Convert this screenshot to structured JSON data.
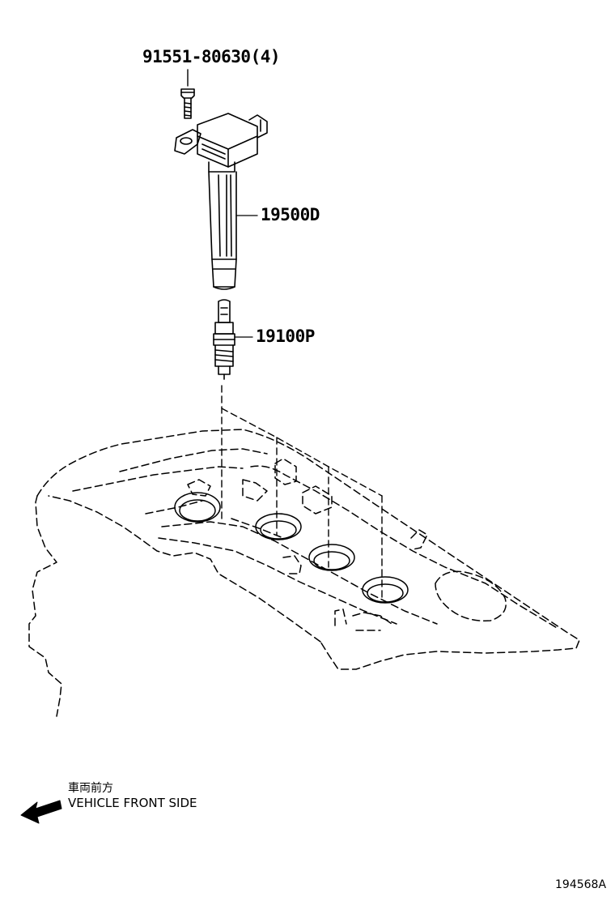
{
  "callouts": {
    "bolt": "91551-80630(4)",
    "ignition_coil": "19500D",
    "spark_plug": "19100P"
  },
  "direction": {
    "japanese": "車両前方",
    "english": "VEHICLE FRONT SIDE"
  },
  "figure_number": "194568A",
  "colors": {
    "line": "#000000",
    "background": "#ffffff"
  }
}
